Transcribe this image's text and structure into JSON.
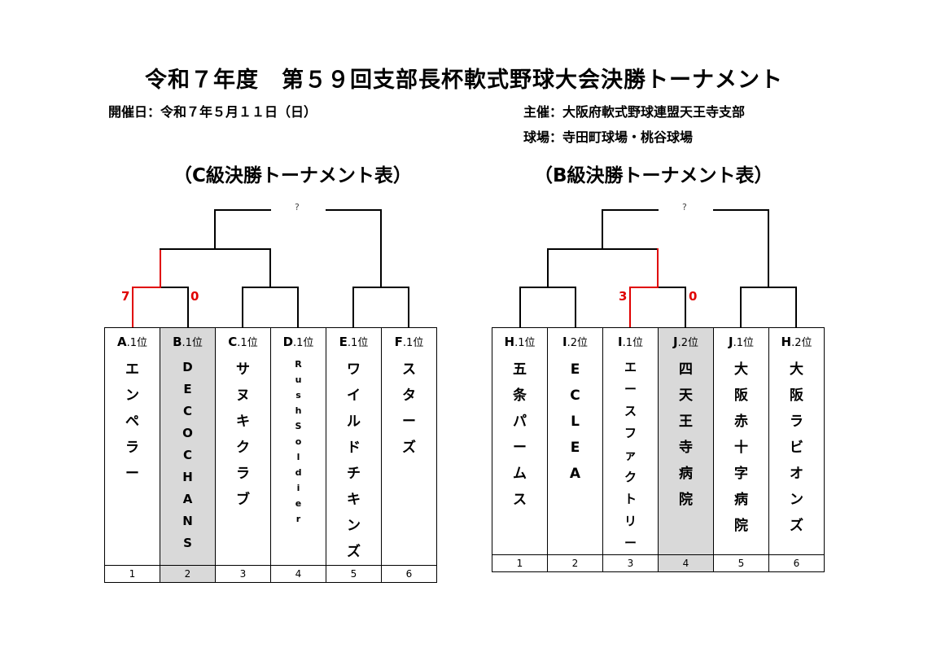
{
  "title": "令和７年度　第５９回支部長杯軟式野球大会決勝トーナメント",
  "info": {
    "date": "開催日：令和７年５月１１日（日）",
    "organizer": "主催：大阪府軟式野球連盟天王寺支部",
    "venue": "球場：寺田町球場・桃谷球場"
  },
  "brackets": [
    {
      "subtitle": "（C級決勝トーナメント表）",
      "winner_mark": "?",
      "scores": [
        "7",
        "0"
      ],
      "teams": [
        {
          "letter": "A",
          "rank": ".1位",
          "name": [
            "エ",
            "ン",
            "ペ",
            "ラ",
            "ー"
          ],
          "slot": "1"
        },
        {
          "letter": "B",
          "rank": ".1位",
          "name": [
            "D",
            "E",
            "C",
            "O",
            "C",
            "H",
            "A",
            "N",
            "S"
          ],
          "slot": "2"
        },
        {
          "letter": "C",
          "rank": ".1位",
          "name": [
            "サ",
            "ヌ",
            "キ",
            "ク",
            "ラ",
            "ブ"
          ],
          "slot": "3"
        },
        {
          "letter": "D",
          "rank": ".1位",
          "name": [
            "R",
            "u",
            "s",
            "h",
            "S",
            "o",
            "l",
            "d",
            "i",
            "e",
            "r"
          ],
          "slot": "4"
        },
        {
          "letter": "E",
          "rank": ".1位",
          "name": [
            "ワ",
            "イ",
            "ル",
            "ド",
            "チ",
            "キ",
            "ン",
            "ズ"
          ],
          "slot": "5"
        },
        {
          "letter": "F",
          "rank": ".1位",
          "name": [
            "ス",
            "タ",
            "ー",
            "ズ"
          ],
          "slot": "6"
        }
      ]
    },
    {
      "subtitle": "（B級決勝トーナメント表）",
      "winner_mark": "?",
      "scores": [
        "3",
        "0"
      ],
      "teams": [
        {
          "letter": "H",
          "rank": ".1位",
          "name": [
            "五",
            "条",
            "パ",
            "ー",
            "ム",
            "ス"
          ],
          "slot": "1"
        },
        {
          "letter": "I",
          "rank": ".2位",
          "name": [
            "E",
            "C",
            "L",
            "E",
            "A"
          ],
          "slot": "2"
        },
        {
          "letter": "I",
          "rank": ".1位",
          "name": [
            "エ",
            "ー",
            "ス",
            "フ",
            "ァ",
            "ク",
            "ト",
            "リ",
            "ー"
          ],
          "slot": "3"
        },
        {
          "letter": "J",
          "rank": ".2位",
          "name": [
            "四",
            "天",
            "王",
            "寺",
            "病",
            "院"
          ],
          "slot": "4"
        },
        {
          "letter": "J",
          "rank": ".1位",
          "name": [
            "大",
            "阪",
            "赤",
            "十",
            "字",
            "病",
            "院"
          ],
          "slot": "5"
        },
        {
          "letter": "H",
          "rank": ".2位",
          "name": [
            "大",
            "阪",
            "ラ",
            "ビ",
            "オ",
            "ン",
            "ズ"
          ],
          "slot": "6"
        }
      ]
    }
  ]
}
